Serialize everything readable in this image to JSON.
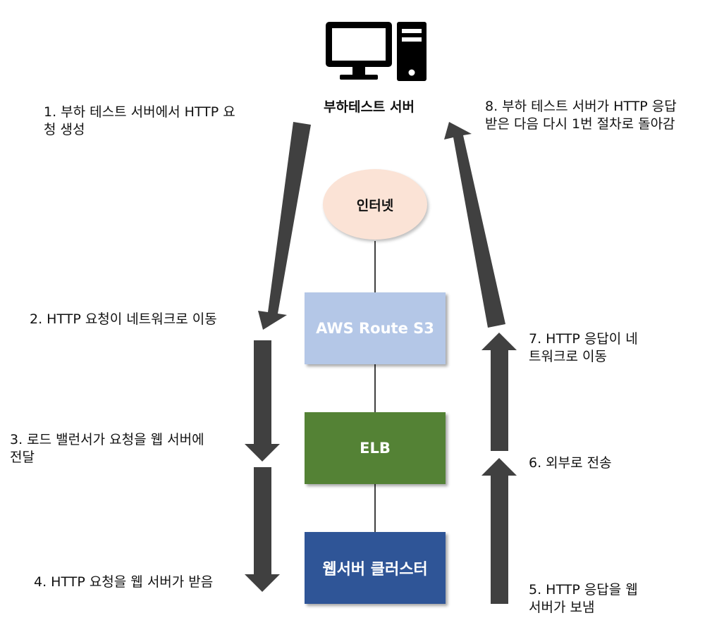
{
  "server": {
    "title": "부하테스트 서버",
    "icon": "desktop-computer-icon"
  },
  "nodes": {
    "internet": {
      "label": "인터넷",
      "color": "#fbe3d6"
    },
    "route53": {
      "label": "AWS Route S3",
      "color": "#b4c7e7"
    },
    "elb": {
      "label": "ELB",
      "color": "#548235"
    },
    "webcluster": {
      "label": "웹서버 클러스터",
      "color": "#2f5597"
    }
  },
  "steps": {
    "s1": {
      "line1": "1. 부하 테스트 서버에서 HTTP 요",
      "line2": "청 생성"
    },
    "s2": {
      "line1": "2. HTTP 요청이 네트워크로 이동"
    },
    "s3": {
      "line1": "3. 로드 밸런서가 요청을 웹 서버에",
      "line2": "전달"
    },
    "s4": {
      "line1": "4. HTTP 요청을 웹 서버가 받음"
    },
    "s5": {
      "line1": "5. HTTP 응답을 웹",
      "line2": "서버가 보냄"
    },
    "s6": {
      "line1": "6. 외부로 전송"
    },
    "s7": {
      "line1": "7. HTTP 응답이 네",
      "line2": "트워크로 이동"
    },
    "s8": {
      "line1": "8. 부하 테스트 서버가 HTTP 응답",
      "line2": "받은 다음 다시 1번 절차로 돌아감"
    }
  },
  "colors": {
    "arrow": "#404040",
    "connector": "#000000"
  }
}
